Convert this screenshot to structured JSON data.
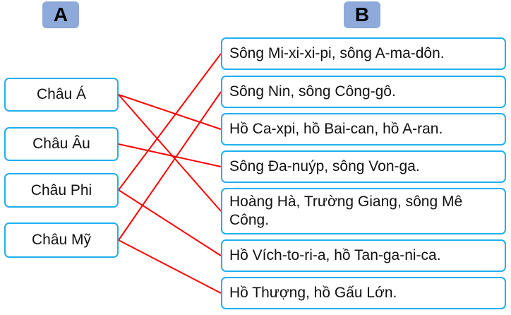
{
  "headers": {
    "a": "A",
    "b": "B"
  },
  "left_items": [
    "Châu Á",
    "Châu Âu",
    "Châu Phi",
    "Châu Mỹ"
  ],
  "right_items": [
    "Sông Mi-xi-xi-pi, sông A-ma-dôn.",
    "Sông Nin, sông Công-gô.",
    "Hồ Ca-xpi, hồ Bai-can, hồ A-ran.",
    "Sông Đa-nuýp, sông Von-ga.",
    "Hoàng Hà, Trường Giang, sông Mê Công.",
    "Hồ Vích-to-ri-a, hồ Tan-ga-ni-ca.",
    "Hồ Thượng, hồ Gấu Lớn."
  ],
  "matches": [
    [
      0,
      2
    ],
    [
      0,
      4
    ],
    [
      1,
      3
    ],
    [
      2,
      0
    ],
    [
      2,
      5
    ],
    [
      3,
      1
    ],
    [
      3,
      6
    ]
  ],
  "colors": {
    "line": "#ff0000",
    "border": "#1fb0ef",
    "header": "#8eaadb"
  }
}
